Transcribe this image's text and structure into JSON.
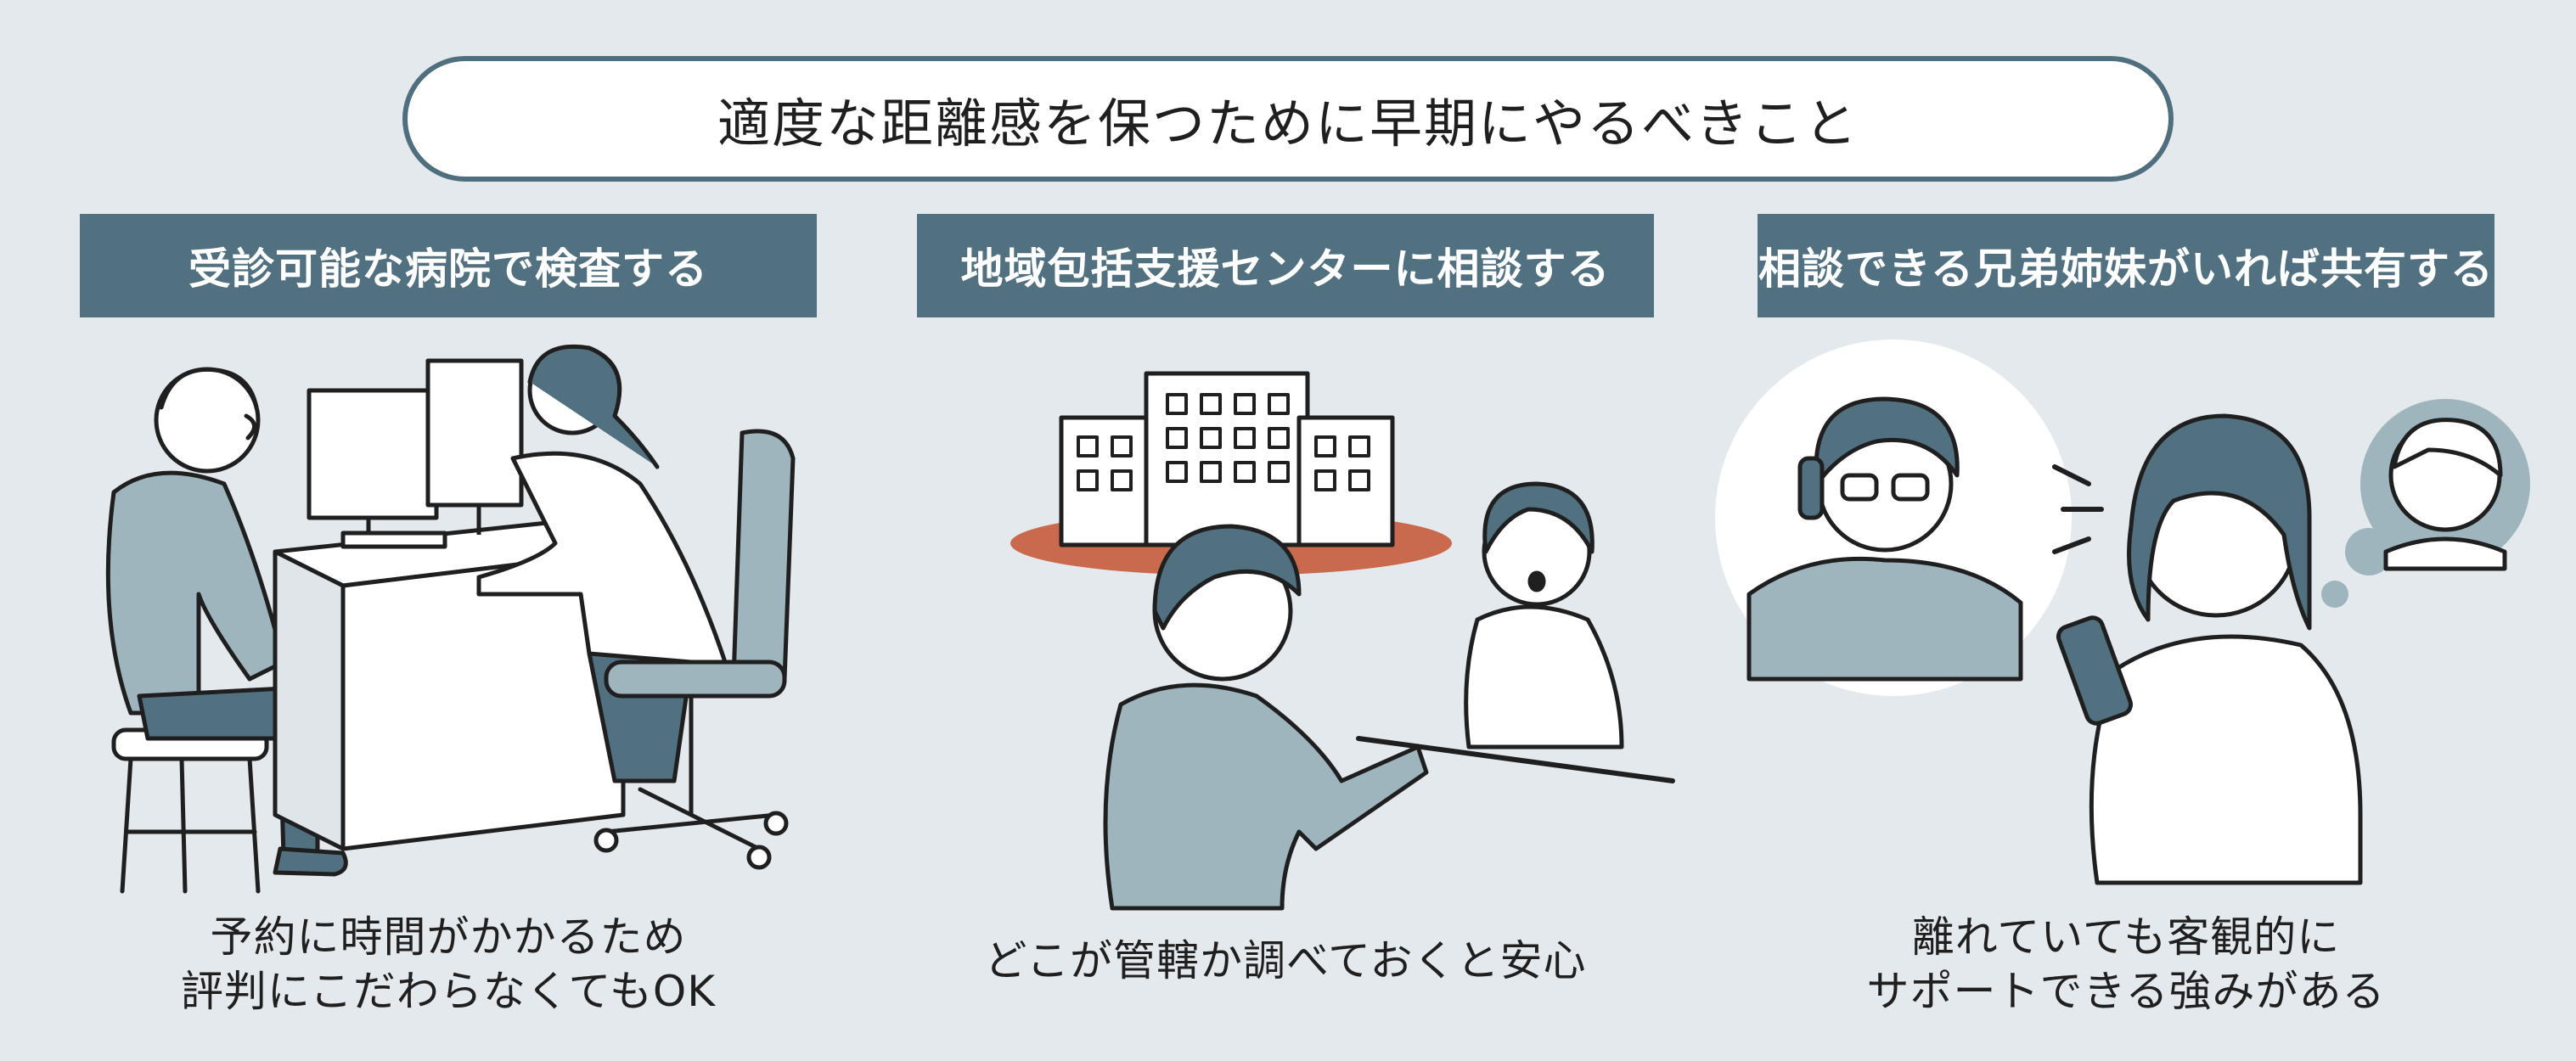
{
  "title": "適度な距離感を保つために早期にやるべきこと",
  "columns": [
    {
      "heading": "受診可能な病院で検査する",
      "caption_lines": [
        "予約に時間がかかるため",
        "評判にこだわらなくてもOK"
      ]
    },
    {
      "heading": "地域包括支援センターに相談する",
      "caption_lines": [
        "どこが管轄か調べておくと安心"
      ]
    },
    {
      "heading": "相談できる兄弟姉妹がいれば共有する",
      "caption_lines": [
        "離れていても客観的に",
        "サポートできる強みがある"
      ]
    }
  ],
  "colors": {
    "background": "#e4e9ee",
    "accent_dark": "#527180",
    "accent_light": "#9fb5be",
    "building_base": "#c96a4e",
    "line": "#1f1f1f"
  }
}
